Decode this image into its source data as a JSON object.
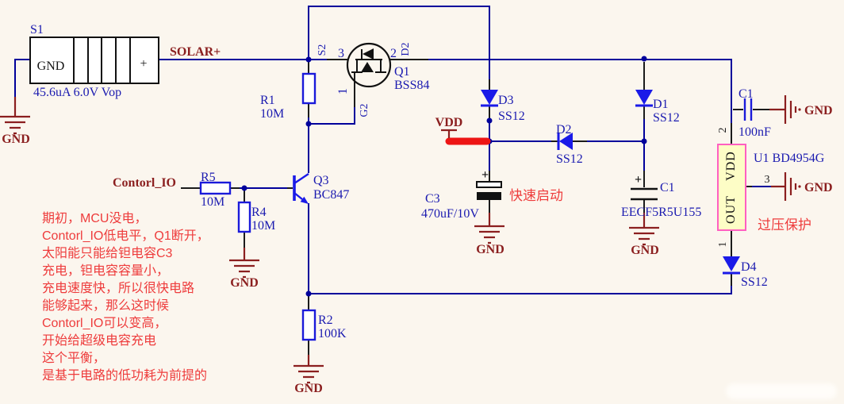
{
  "schematic": {
    "s1": {
      "ref": "S1",
      "cell_label": "GND",
      "plus": "+",
      "value": "45.6uA 6.0V Vop"
    },
    "q1": {
      "ref": "Q1",
      "value": "BSS84",
      "pin_s_name": "S2",
      "pin_s_num": "3",
      "pin_d_name": "D2",
      "pin_d_num": "2",
      "pin_g_name": "G2",
      "pin_g_num": "1"
    },
    "q3": {
      "ref": "Q3",
      "value": "BC847"
    },
    "r1": {
      "ref": "R1",
      "value": "10M"
    },
    "r5": {
      "ref": "R5",
      "value": "10M"
    },
    "r4": {
      "ref": "R4",
      "value": "10M"
    },
    "r2": {
      "ref": "R2",
      "value": "100K"
    },
    "d3": {
      "ref": "D3",
      "value": "SS12"
    },
    "d2": {
      "ref": "D2",
      "value": "SS12"
    },
    "d1": {
      "ref": "D1",
      "value": "SS12"
    },
    "d4": {
      "ref": "D4",
      "value": "SS12"
    },
    "c3": {
      "ref": "C3",
      "value": "470uF/10V",
      "plus": "+"
    },
    "c_super": {
      "ref": "C1",
      "value": "EECF5R5U155",
      "plus": "+"
    },
    "c_100n": {
      "ref": "C1",
      "value": "100nF"
    },
    "u1": {
      "ref": "U1 BD4954G",
      "pin_vdd_name": "VDD",
      "pin_out_name": "OUT",
      "pin_top_num": "2",
      "pin_right_num": "3",
      "pin_bottom_num": "1"
    }
  },
  "nets": {
    "solar": "SOLAR+",
    "vdd": "VDD",
    "control": "Contorl_IO",
    "gnd": "GND"
  },
  "annotations": {
    "story_lines": [
      "期初，MCU没电，",
      "Contorl_IO低电平，Q1断开，",
      "太阳能只能给钽电容C3",
      "充电，钽电容容量小，",
      "充电速度快，所以很快电路",
      "能够起来，那么这时候",
      "Contorl_IO可以变高，",
      "开始给超级电容充电",
      "这个平衡，",
      "是基于电路的低功耗为前提的"
    ],
    "quick_start": "快速启动",
    "overvoltage_protection": "过压保护"
  },
  "colors": {
    "wire": "#00009B",
    "component_text": "#1b1bb0",
    "net_text": "#8b1f1f",
    "diode_blue": "#1a1ae8",
    "annotation_red": "#ee3c3c",
    "vdd_highlight": "#ed1515",
    "ic_fill": "#fdfdc6",
    "ic_border": "#ff5fc1",
    "background": "#FBF6EE"
  }
}
